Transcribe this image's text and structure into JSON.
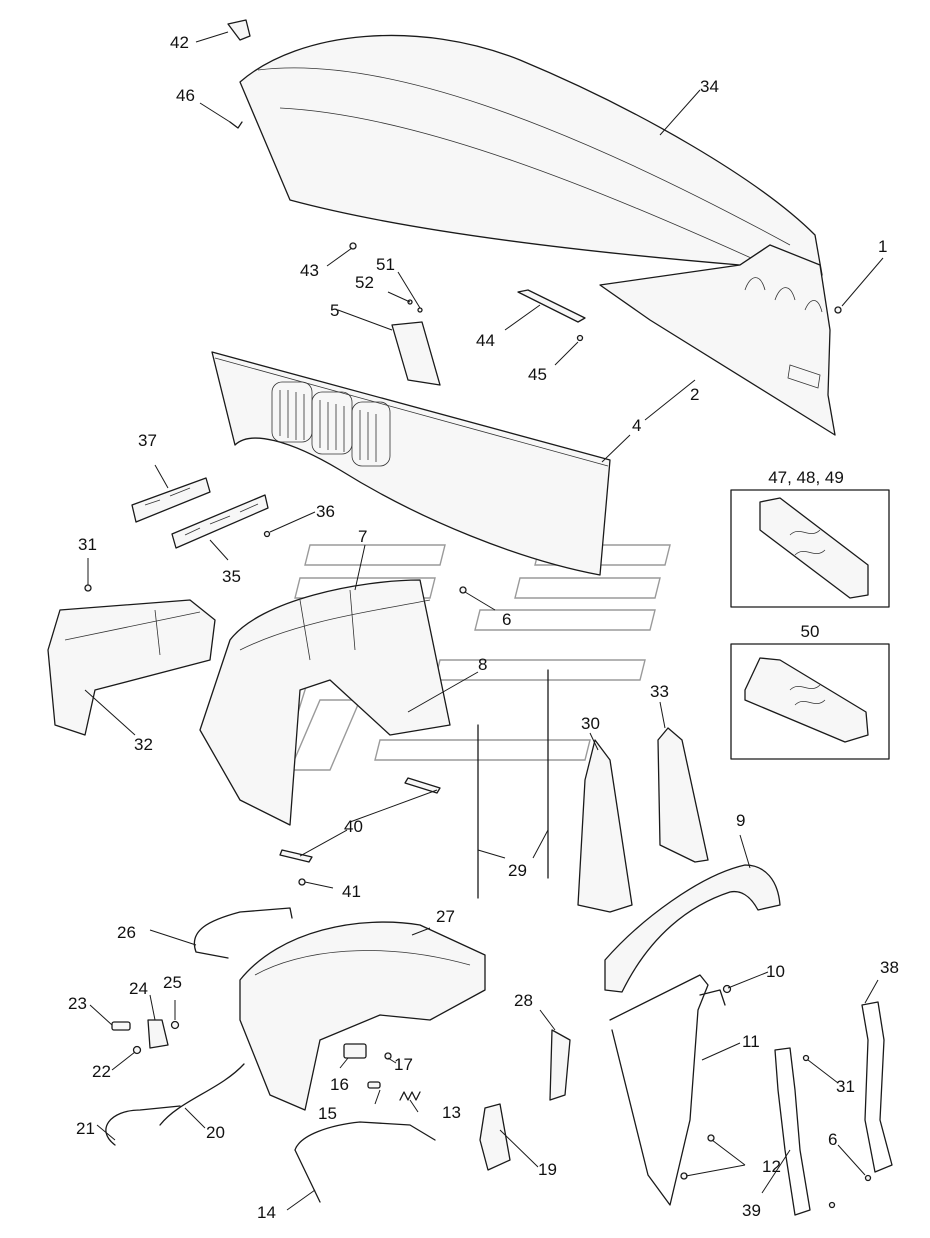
{
  "diagram": {
    "callouts": {
      "c1": "1",
      "c2": "2",
      "c4": "4",
      "c5": "5",
      "c6a": "6",
      "c6b": "6",
      "c7": "7",
      "c8": "8",
      "c9": "9",
      "c10": "10",
      "c11": "11",
      "c12": "12",
      "c13": "13",
      "c14": "14",
      "c15": "15",
      "c16": "16",
      "c17": "17",
      "c19": "19",
      "c20": "20",
      "c21": "21",
      "c22": "22",
      "c23": "23",
      "c24": "24",
      "c25": "25",
      "c26": "26",
      "c27": "27",
      "c28": "28",
      "c29": "29",
      "c30": "30",
      "c31a": "31",
      "c31b": "31",
      "c32": "32",
      "c33": "33",
      "c34": "34",
      "c35": "35",
      "c36": "36",
      "c37": "37",
      "c38": "38",
      "c39": "39",
      "c40": "40",
      "c41": "41",
      "c42": "42",
      "c43": "43",
      "c44": "44",
      "c45": "45",
      "c46": "46",
      "c51": "51",
      "c52": "52"
    },
    "insets": {
      "top_label": "47, 48, 49",
      "bottom_label": "50"
    }
  }
}
